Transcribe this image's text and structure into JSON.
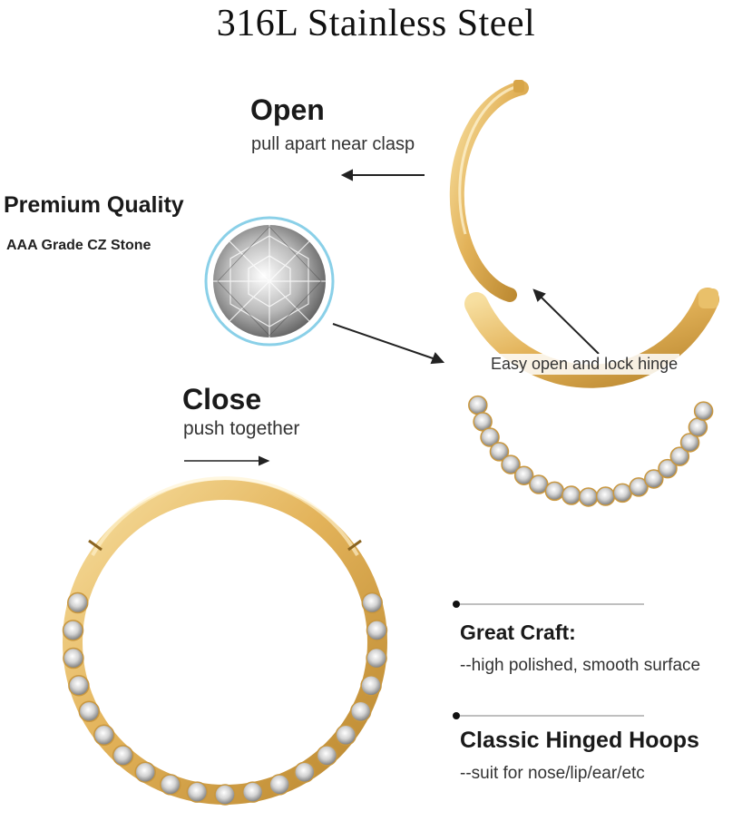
{
  "title": "316L Stainless Steel",
  "open": {
    "heading": "Open",
    "sub": "pull apart near clasp"
  },
  "premium": {
    "heading": "Premium Quality",
    "sub": "AAA Grade CZ Stone"
  },
  "close": {
    "heading": "Close",
    "sub": "push together"
  },
  "hinge_label": "Easy open and lock hinge",
  "craft": {
    "heading": "Great Craft:",
    "sub": "--high polished, smooth surface"
  },
  "hoops": {
    "heading": "Classic Hinged Hoops",
    "sub": "--suit for nose/lip/ear/etc"
  },
  "colors": {
    "gold": "#e3b35a",
    "gold_dark": "#b98a33",
    "gem_ring": "#8ad0e8"
  }
}
